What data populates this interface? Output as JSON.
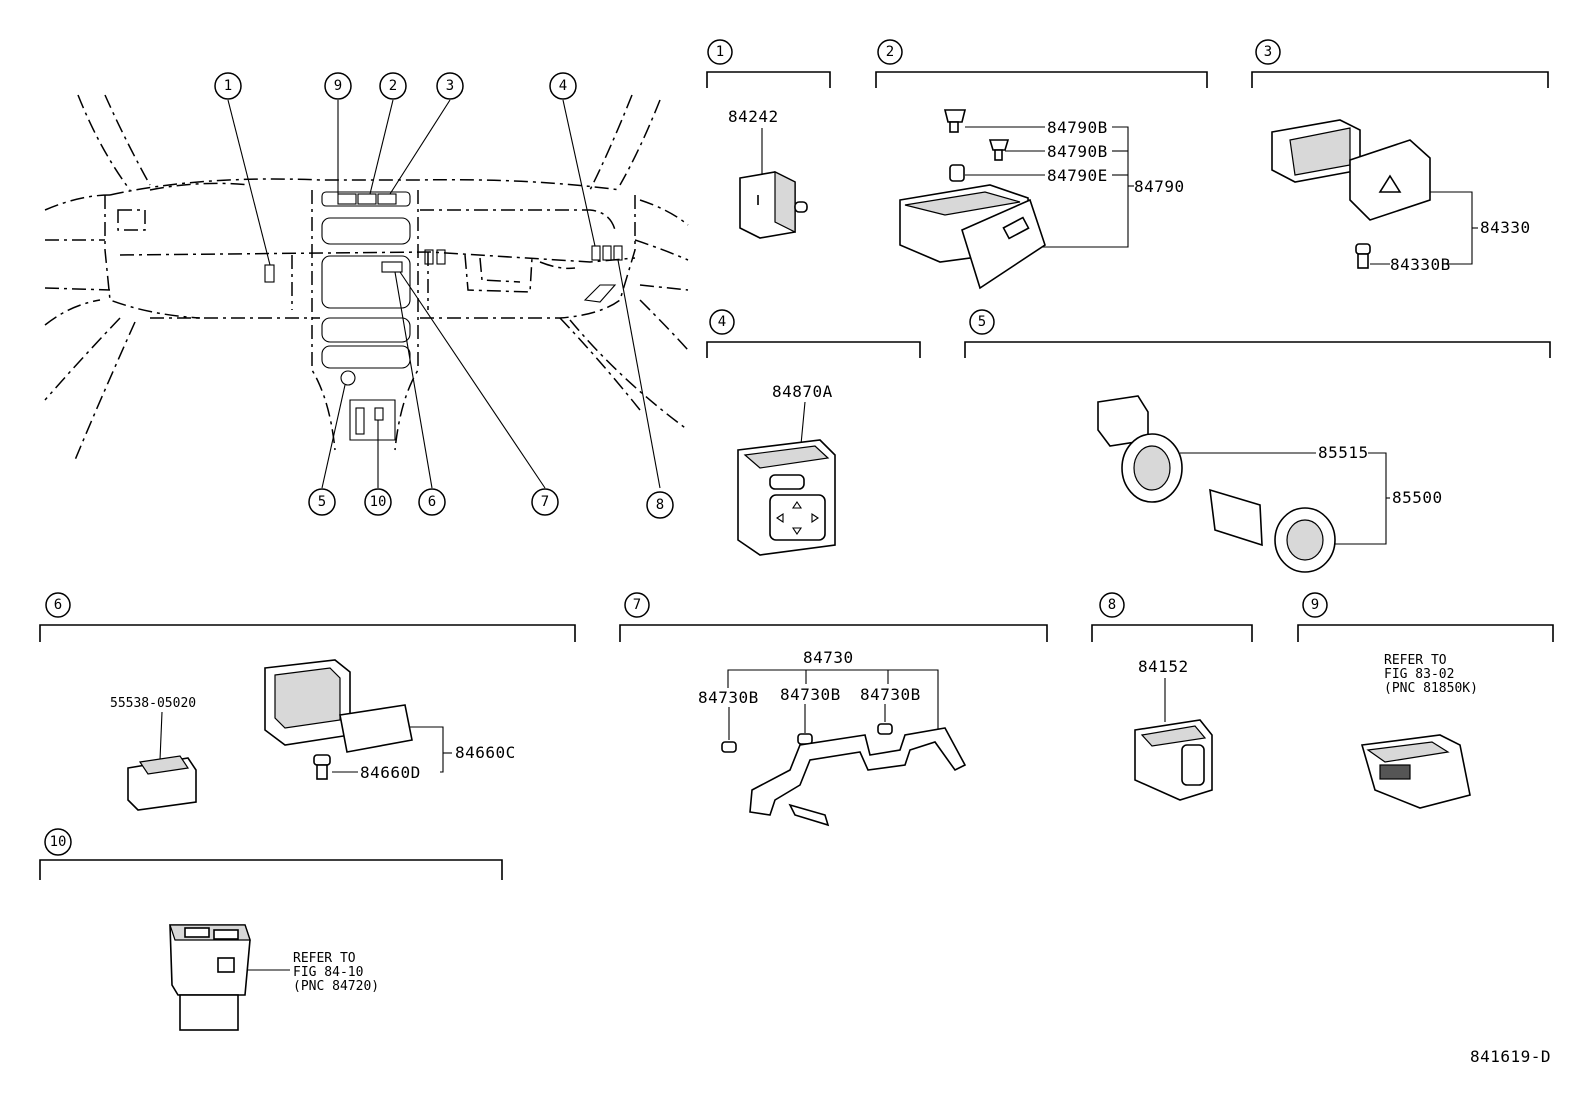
{
  "figure_code": "841619-D",
  "overview_callouts": [
    "1",
    "9",
    "2",
    "3",
    "4",
    "5",
    "10",
    "6",
    "7",
    "8"
  ],
  "sections": [
    {
      "number": "1",
      "parts": [
        "84242"
      ]
    },
    {
      "number": "2",
      "parts": [
        "84790B",
        "84790B",
        "84790E",
        "84790"
      ]
    },
    {
      "number": "3",
      "parts": [
        "84330",
        "84330B"
      ]
    },
    {
      "number": "4",
      "parts": [
        "84870A"
      ]
    },
    {
      "number": "5",
      "parts": [
        "85515",
        "85500"
      ]
    },
    {
      "number": "6",
      "parts": [
        "55538-05020",
        "84660C",
        "84660D"
      ]
    },
    {
      "number": "7",
      "parts": [
        "84730",
        "84730B",
        "84730B",
        "84730B"
      ]
    },
    {
      "number": "8",
      "parts": [
        "84152"
      ]
    },
    {
      "number": "9",
      "notes": [
        "REFER TO",
        "FIG 83-02",
        "(PNC 81850K)"
      ]
    },
    {
      "number": "10",
      "notes": [
        "REFER TO",
        "FIG 84-10",
        "(PNC 84720)"
      ]
    }
  ],
  "icons": [
    "dashboard-outline-icon",
    "switch-part-icon",
    "cigarette-lighter-icon",
    "mirror-switch-icon",
    "hazard-switch-icon"
  ]
}
